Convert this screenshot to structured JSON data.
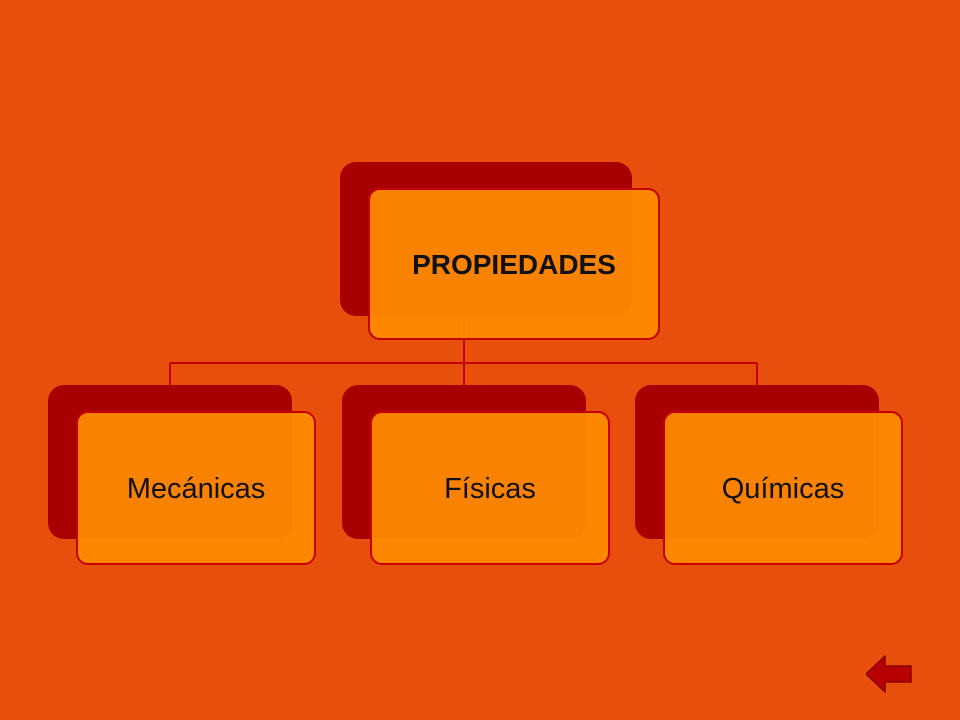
{
  "diagram": {
    "root": {
      "label": "PROPIEDADES"
    },
    "children": [
      {
        "label": "Mecánicas"
      },
      {
        "label": "Físicas"
      },
      {
        "label": "Químicas"
      }
    ]
  },
  "colors": {
    "background": "#E84E0C",
    "node_back": "#A80000",
    "node_front": "#FF8C00",
    "connector": "#C40000",
    "arrow": "#B80000"
  },
  "nav": {
    "back_icon": "left-arrow-icon"
  }
}
